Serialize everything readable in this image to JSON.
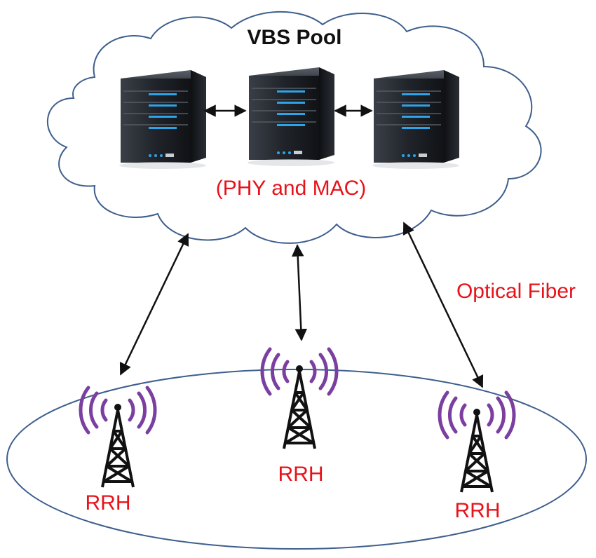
{
  "cloud": {
    "title": "VBS Pool",
    "subtitle": "(PHY and MAC)"
  },
  "servers": [
    {
      "name": "server-left"
    },
    {
      "name": "server-center"
    },
    {
      "name": "server-right"
    }
  ],
  "links": {
    "label": "Optical Fiber"
  },
  "rrh": [
    {
      "label": "RRH"
    },
    {
      "label": "RRH"
    },
    {
      "label": "RRH"
    }
  ],
  "colors": {
    "label_red": "#e8121a",
    "cloud_stroke": "#3e5f8c",
    "ellipse_stroke": "#3e5f8c",
    "signal_purple": "#7b3fa0",
    "tower_black": "#111111",
    "server_led": "#2ea3e8"
  }
}
